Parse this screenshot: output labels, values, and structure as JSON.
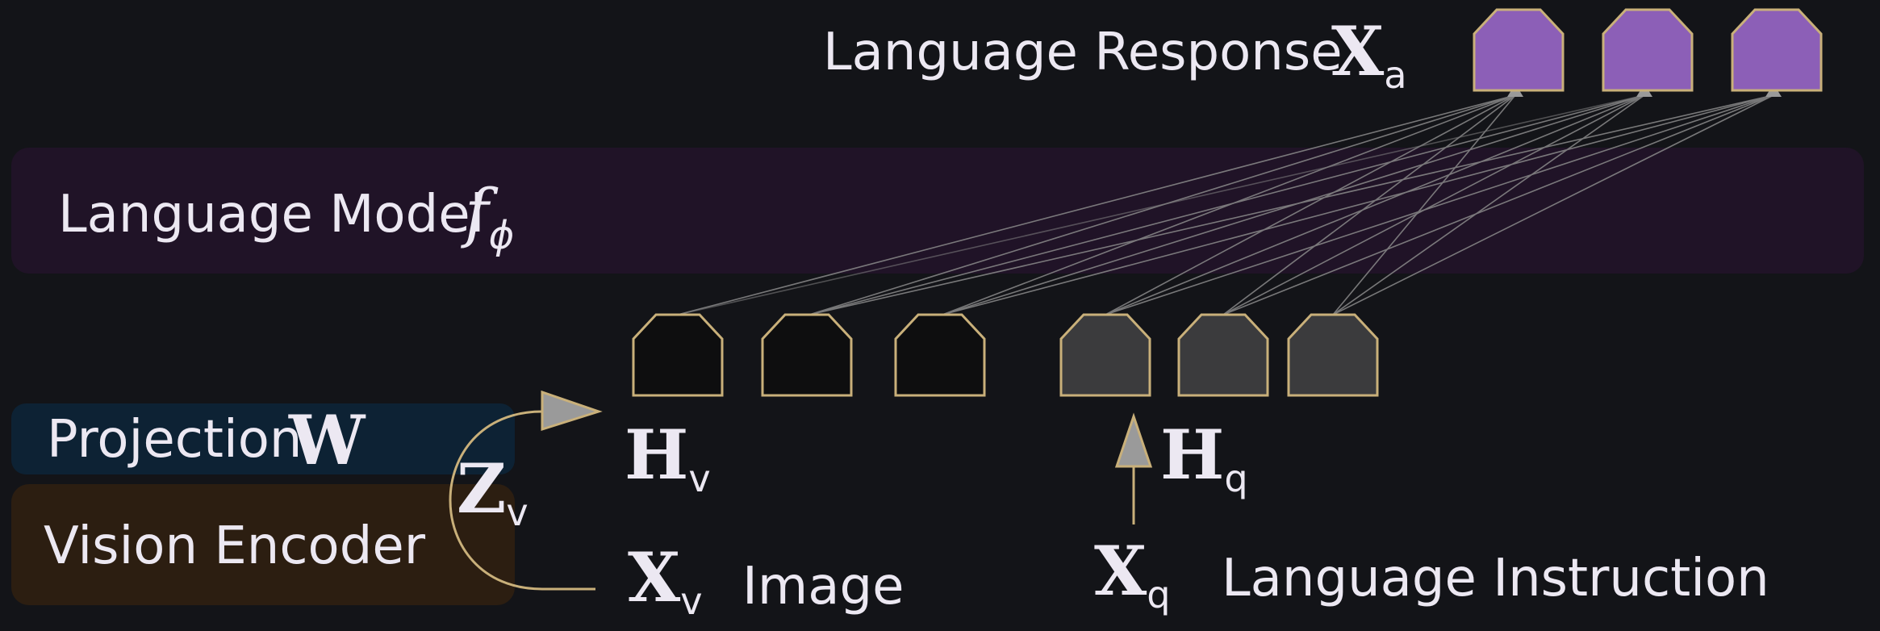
{
  "language_model": {
    "label": "Language Model",
    "symbol": "f",
    "subscript": "ϕ"
  },
  "projection": {
    "label": "Projection",
    "symbol": "W"
  },
  "vision_encoder": {
    "label": "Vision Encoder"
  },
  "response": {
    "label": "Language Response",
    "symbol": "X",
    "subscript": "a"
  },
  "image": {
    "label": "Image",
    "symbol": "X",
    "subscript": "v"
  },
  "instruction": {
    "label": "Language Instruction",
    "symbol": "X",
    "subscript": "q"
  },
  "z_v": {
    "symbol": "Z",
    "subscript": "v"
  },
  "h_v": {
    "symbol": "H",
    "subscript": "v"
  },
  "h_q": {
    "symbol": "H",
    "subscript": "q"
  },
  "colors": {
    "background": "#131418",
    "language_model_box": "#201327",
    "projection_box": "#0d2234",
    "vision_encoder_box": "#2c1e11",
    "token_outline": "#c9b07a",
    "visual_token_fill": "#0e0e0f",
    "instruction_token_fill": "#3b3b3d",
    "response_token_fill": "#8c5fb7",
    "arrow_fill": "#9a9a9a",
    "connection_line": "#8a8a8a"
  }
}
